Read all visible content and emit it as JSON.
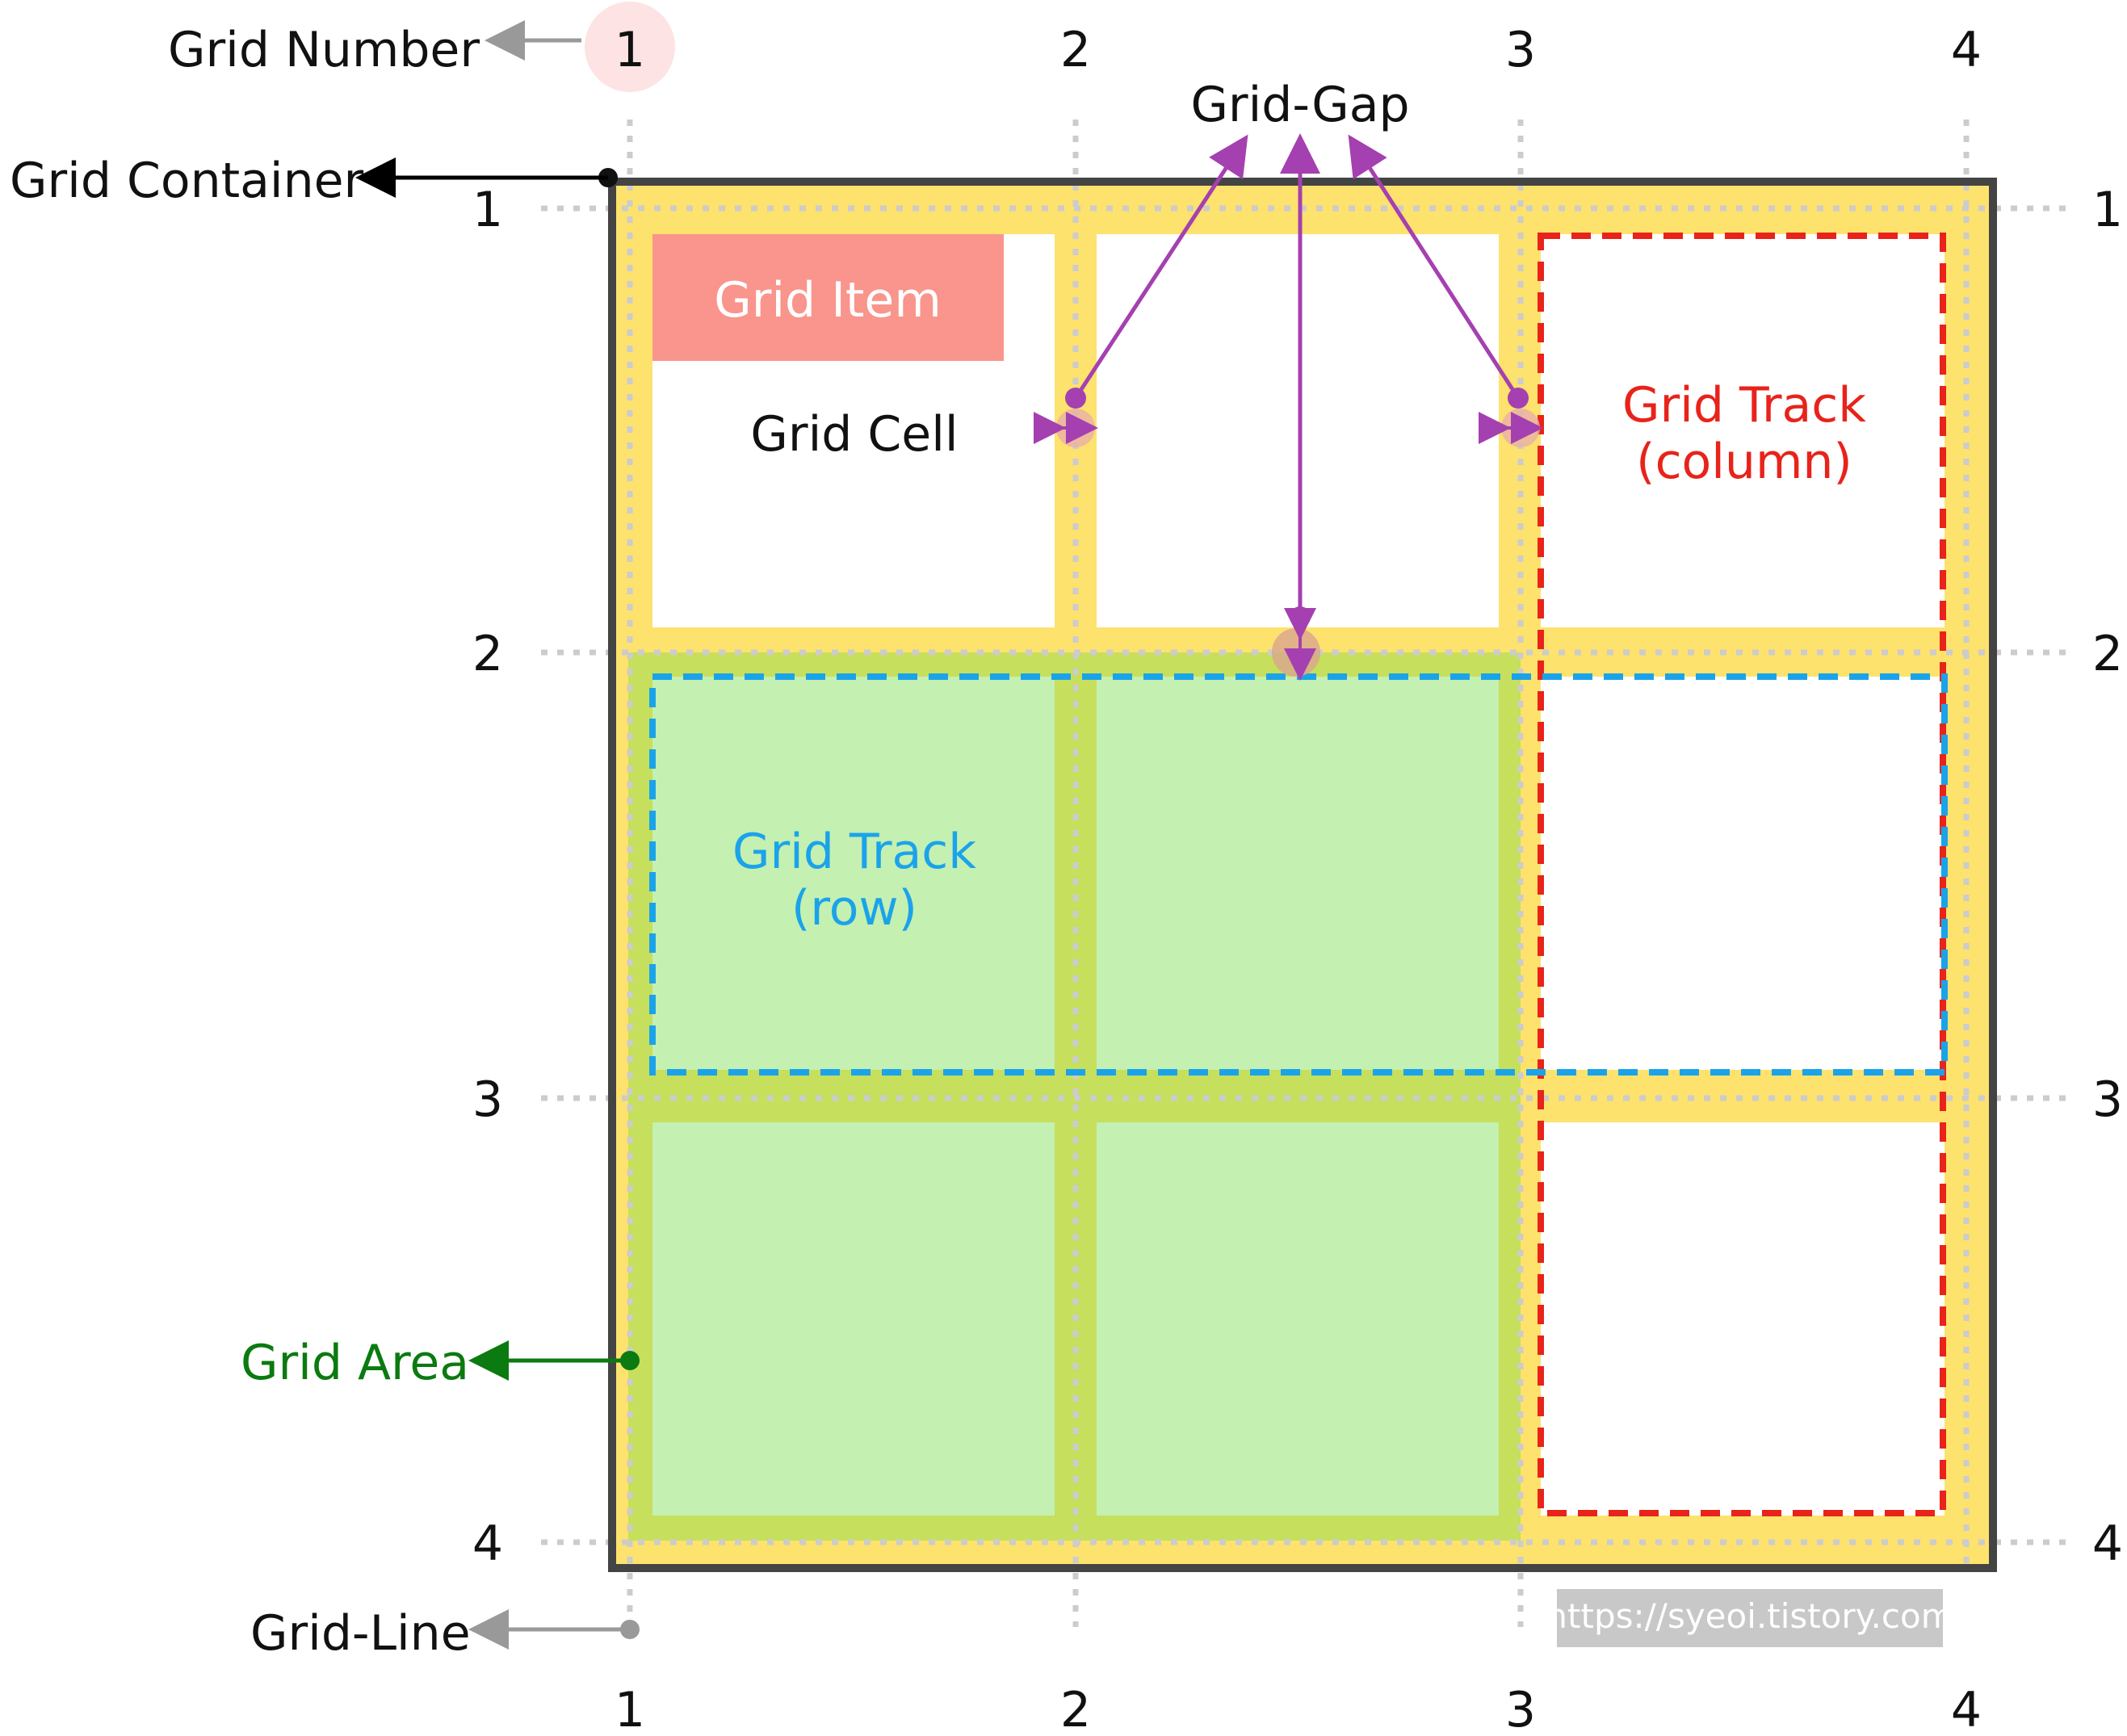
{
  "labels": {
    "grid_number": "Grid Number",
    "grid_container": "Grid Container",
    "grid_gap": "Grid-Gap",
    "grid_item": "Grid Item",
    "grid_cell": "Grid Cell",
    "grid_track_column_1": "Grid Track",
    "grid_track_column_2": "(column)",
    "grid_track_row_1": "Grid Track",
    "grid_track_row_2": "(row)",
    "grid_area": "Grid Area",
    "grid_line": "Grid-Line",
    "watermark": "https://syeoi.tistory.com"
  },
  "line_numbers": {
    "top": [
      "1",
      "2",
      "3",
      "4"
    ],
    "bottom": [
      "1",
      "2",
      "3",
      "4"
    ],
    "left": [
      "1",
      "2",
      "3",
      "4"
    ],
    "right": [
      "1",
      "2",
      "3",
      "4"
    ]
  },
  "colors": {
    "container_border": "#444444",
    "gap": "#fde26e",
    "cell": "#ffffff",
    "area_fill": "#c4f0b2",
    "area_gap": "#c6df5c",
    "item": "#f9958c",
    "item_text": "#ffffff",
    "column_track": "#e8231a",
    "row_track": "#1ba3ea",
    "gap_arrow": "#a540b0",
    "grid_area_label": "#0b7a10",
    "grid_line_guide": "#cccccc",
    "grid_number_highlight": "#fde3e3",
    "watermark_bg": "#c8c8c8"
  }
}
